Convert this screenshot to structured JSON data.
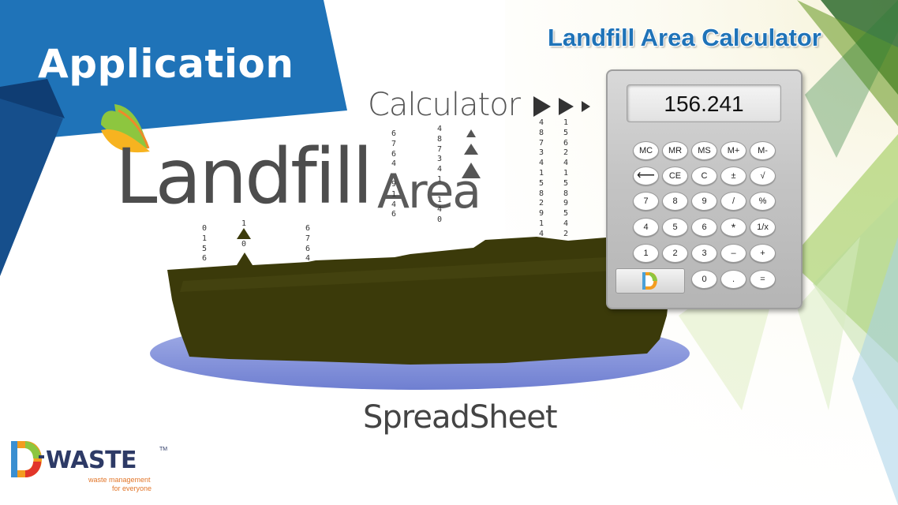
{
  "banner": {
    "label": "Application"
  },
  "title": "Landfill Area Calculator",
  "logo": {
    "word_main": "Landfill",
    "word_sub": "Area"
  },
  "calculator_label": "Calculator",
  "spreadsheet_label": "SpreadSheet",
  "digit_columns": [
    "0\n1\n5\n6",
    "1\n\n0",
    "6\n7\n6\n4",
    "6\n7\n6\n4\n\n9\n1\n4\n6",
    "4\n8\n7\n3\n4\n1\n\n1\n4\n0",
    "4\n8\n7\n3\n4\n1\n5\n8\n2\n9\n1\n4",
    "1\n5\n6\n2\n4\n1\n5\n8\n9\n5\n4\n2"
  ],
  "calculator": {
    "display": "156.241",
    "keys": [
      [
        "MC",
        "MR",
        "MS",
        "M+",
        "M-"
      ],
      [
        "⟵",
        "CE",
        "C",
        "±",
        "√"
      ],
      [
        "7",
        "8",
        "9",
        "/",
        "%"
      ],
      [
        "4",
        "5",
        "6",
        "*",
        "1/x"
      ],
      [
        "1",
        "2",
        "3",
        "–",
        "+"
      ],
      [
        "0",
        ".",
        "="
      ]
    ]
  },
  "brand": {
    "name": "WASTE",
    "tm": "TM",
    "tagline_1": "waste management",
    "tagline_2": "for everyone"
  },
  "colors": {
    "banner_blue": "#1f73b8",
    "banner_dark": "#164f8c",
    "landfill_olive": "#3b3a0a",
    "water_blue": "#7f8fd8",
    "accent_orange": "#e2762a"
  }
}
